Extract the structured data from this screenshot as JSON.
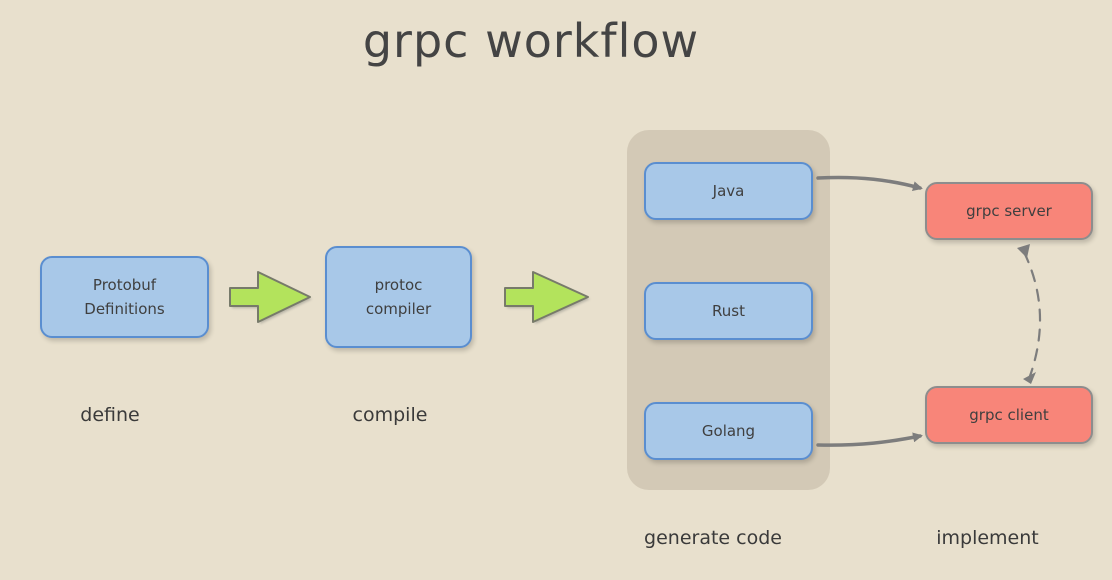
{
  "diagram": {
    "title": "grpc workflow",
    "nodes": {
      "protobuf": {
        "line1": "Protobuf",
        "line2": "Definitions"
      },
      "protoc": {
        "line1": "protoc",
        "line2": "compiler"
      },
      "java": "Java",
      "rust": "Rust",
      "golang": "Golang",
      "server": "grpc server",
      "client": "grpc client"
    },
    "stages": {
      "define": "define",
      "compile": "compile",
      "generate": "generate code",
      "implement": "implement"
    },
    "colors": {
      "background": "#e8e0cd",
      "group": "#d3c9b6",
      "blue_fill": "#a8c8e8",
      "blue_border": "#5a8ed0",
      "red_fill": "#f88579",
      "arrow_green": "#b3e35c",
      "connector_gray": "#7d7d7d"
    },
    "icons": {
      "big_arrow": "green-right-arrow-icon",
      "connector": "gray-curved-arrow-icon"
    }
  }
}
